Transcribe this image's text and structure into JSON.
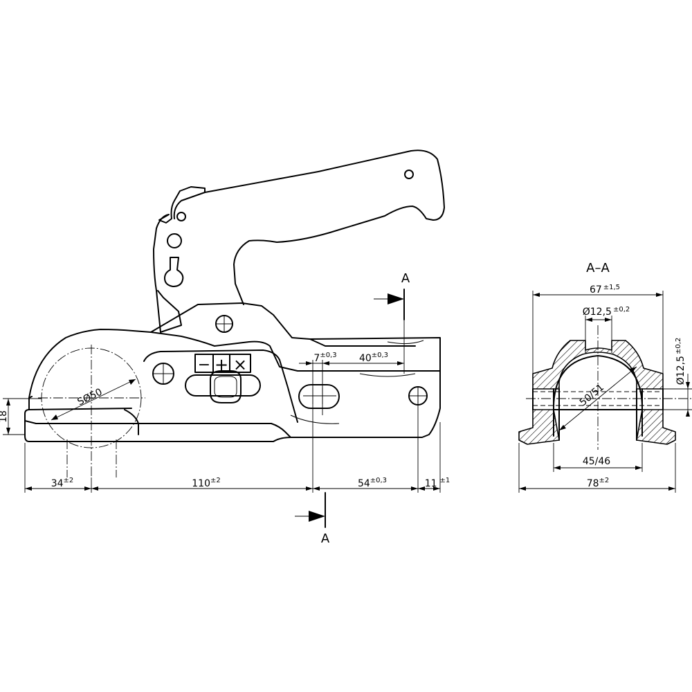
{
  "section_marker": "A",
  "section_title": "A–A",
  "ball_label": "SØ50",
  "symbols": [
    "−",
    "+",
    "×"
  ],
  "side_view": {
    "dim_18": "18",
    "dim_34": {
      "value": "34",
      "tol": "±2"
    },
    "dim_110": {
      "value": "110",
      "tol": "±2"
    },
    "dim_54": {
      "value": "54",
      "tol": "±0,3"
    },
    "dim_11": {
      "value": "11",
      "tol": "±1"
    },
    "dim_7": {
      "value": "7",
      "tol": "±0,3"
    },
    "dim_40": {
      "value": "40",
      "tol": "±0,3"
    }
  },
  "section_view": {
    "dim_67": {
      "value": "67",
      "tol": "±1,5"
    },
    "dim_hole_top": {
      "value": "Ø12,5",
      "tol": "±0,2"
    },
    "dim_hole_side": {
      "value": "Ø12,5",
      "tol": "±0,2"
    },
    "dim_50_51": "50/51",
    "dim_45_46": "45/46",
    "dim_78": {
      "value": "78",
      "tol": "±2"
    }
  }
}
